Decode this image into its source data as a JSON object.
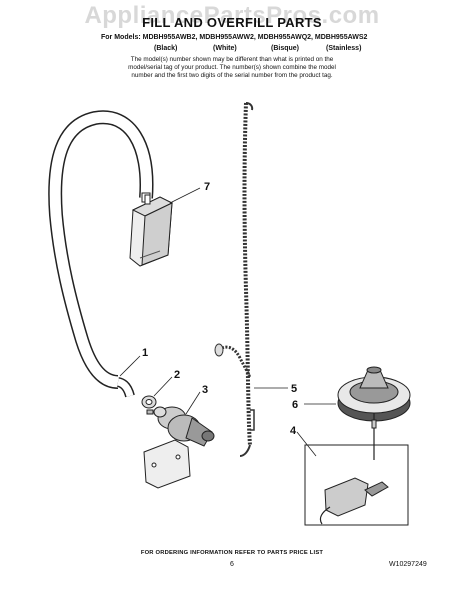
{
  "watermark": "AppliancePartsPros.com",
  "title": "FILL AND OVERFILL PARTS",
  "models_line": "For Models: MDBH955AWB2, MDBH955AWW2, MDBH955AWQ2, MDBH955AWS2",
  "colors": [
    "(Black)",
    "(White)",
    "(Bisque)",
    "(Stainless)"
  ],
  "note_lines": [
    "The model(s) number shown may be different than what is printed on the",
    "model/serial tag of your product. The number(s) shown combine the model",
    "number and the first two digits of the serial number from the product tag."
  ],
  "callouts": [
    "1",
    "2",
    "3",
    "4",
    "5",
    "6",
    "7"
  ],
  "footer": "FOR ORDERING INFORMATION REFER TO PARTS PRICE LIST",
  "page_number": "6",
  "doc_number": "W10297249"
}
